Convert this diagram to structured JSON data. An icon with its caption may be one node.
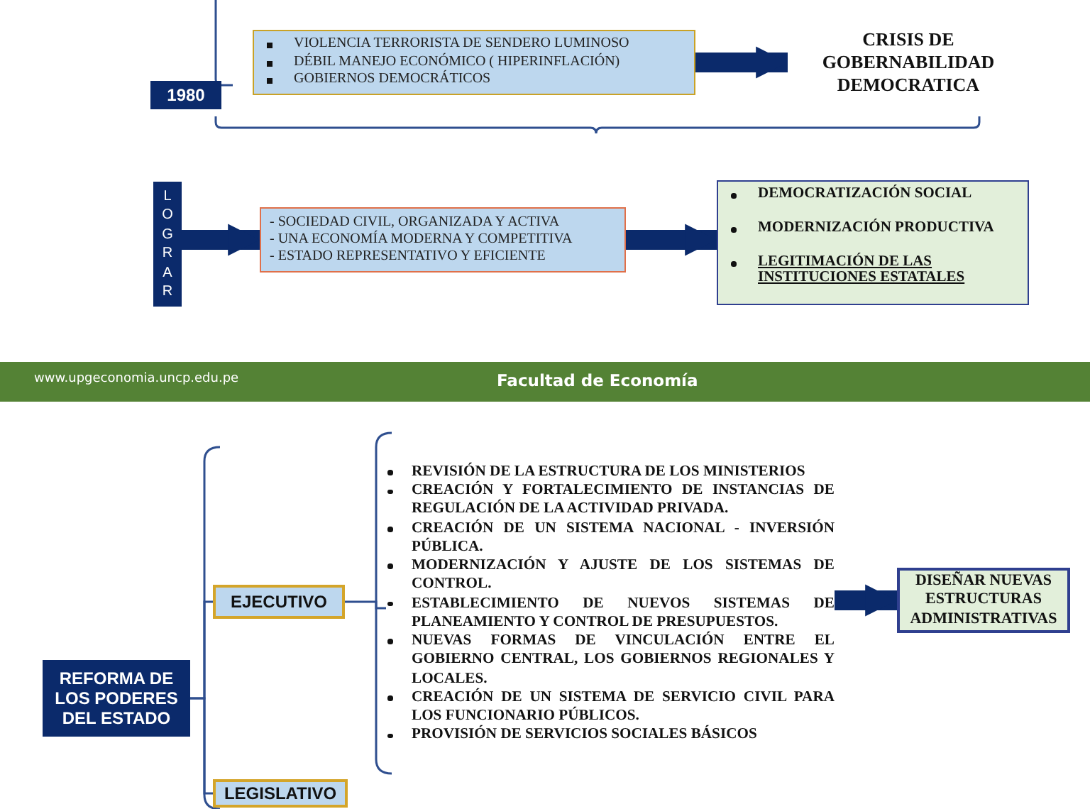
{
  "diagram": {
    "nodes": [
      {
        "text": [
          "VIOLENCIA TERRORISTA DE SENDERO LUMINOSO",
          "DÉBIL MANEJO ECONÓMICO ( HIPERINFLACIÓN)",
          "GOBIERNOS DEMOCRÁTICOS"
        ]
      },
      {
        "text": [
          "CRISIS DE GOBERNABILIDAD DEMOCRATICA"
        ]
      },
      {
        "text": [
          "1980"
        ]
      },
      {
        "text": [
          "LOGRAR"
        ]
      },
      {
        "text": [
          "- SOCIEDAD CIVIL, ORGANIZADA Y ACTIVA",
          "- UNA ECONOMÍA MODERNA Y COMPETITIVA",
          "- ESTADO REPRESENTATIVO Y EFICIENTE"
        ]
      },
      {
        "text": [
          "DEMOCRATIZACIÓN SOCIAL",
          "MODERNIZACIÓN PRODUCTIVA",
          "LEGITIMACIÓN DE LAS INSTITUCIONES ESTATALES"
        ]
      },
      {
        "text": [
          "REFORMA DE LOS PODERES DEL ESTADO"
        ]
      },
      {
        "text": [
          "EJECUTIVO"
        ]
      },
      {
        "text": [
          "REVISIÓN DE LA ESTRUCTURA DE LOS MINISTERIOS",
          "CREACIÓN Y FORTALECIMIENTO DE INSTANCIAS DE REGULACIÓN DE LA ACTIVIDAD PRIVADA.",
          "CREACIÓN DE UN SISTEMA NACIONAL - INVERSIÓN PÚBLICA.",
          "MODERNIZACIÓN Y AJUSTE DE LOS SISTEMAS DE CONTROL.",
          "ESTABLECIMIENTO DE NUEVOS SISTEMAS DE PLANEAMIENTO Y CONTROL DE PRESUPUESTOS.",
          "NUEVAS FORMAS DE VINCULACIÓN ENTRE EL GOBIERNO CENTRAL, LOS GOBIERNOS REGIONALES Y LOCALES.",
          "CREACIÓN DE UN SISTEMA DE SERVICIO CIVIL PARA LOS FUNCIONARIO PÚBLICOS.",
          "PROVISIÓN DE SERVICIOS SOCIALES BÁSICOS"
        ]
      },
      {
        "text": [
          "DISEÑAR NUEVAS ESTRUCTURAS ADMINISTRATIVAS"
        ]
      },
      {
        "text": [
          "LEGISLATIVO"
        ]
      }
    ],
    "edges": [
      {
        "from": 0,
        "to": 1,
        "arrow": "to"
      },
      {
        "from": 3,
        "to": 4,
        "arrow": "to"
      },
      {
        "from": 4,
        "to": 5,
        "arrow": "to"
      },
      {
        "from": 6,
        "to": 7,
        "arrow": "none"
      },
      {
        "from": 6,
        "to": 10,
        "arrow": "none"
      },
      {
        "from": 7,
        "to": 8,
        "arrow": "none"
      },
      {
        "from": 8,
        "to": 9,
        "arrow": "to"
      }
    ],
    "labels": [
      "www.upgeconomia.uncp.edu.pe",
      "Facultad de Economía"
    ]
  }
}
